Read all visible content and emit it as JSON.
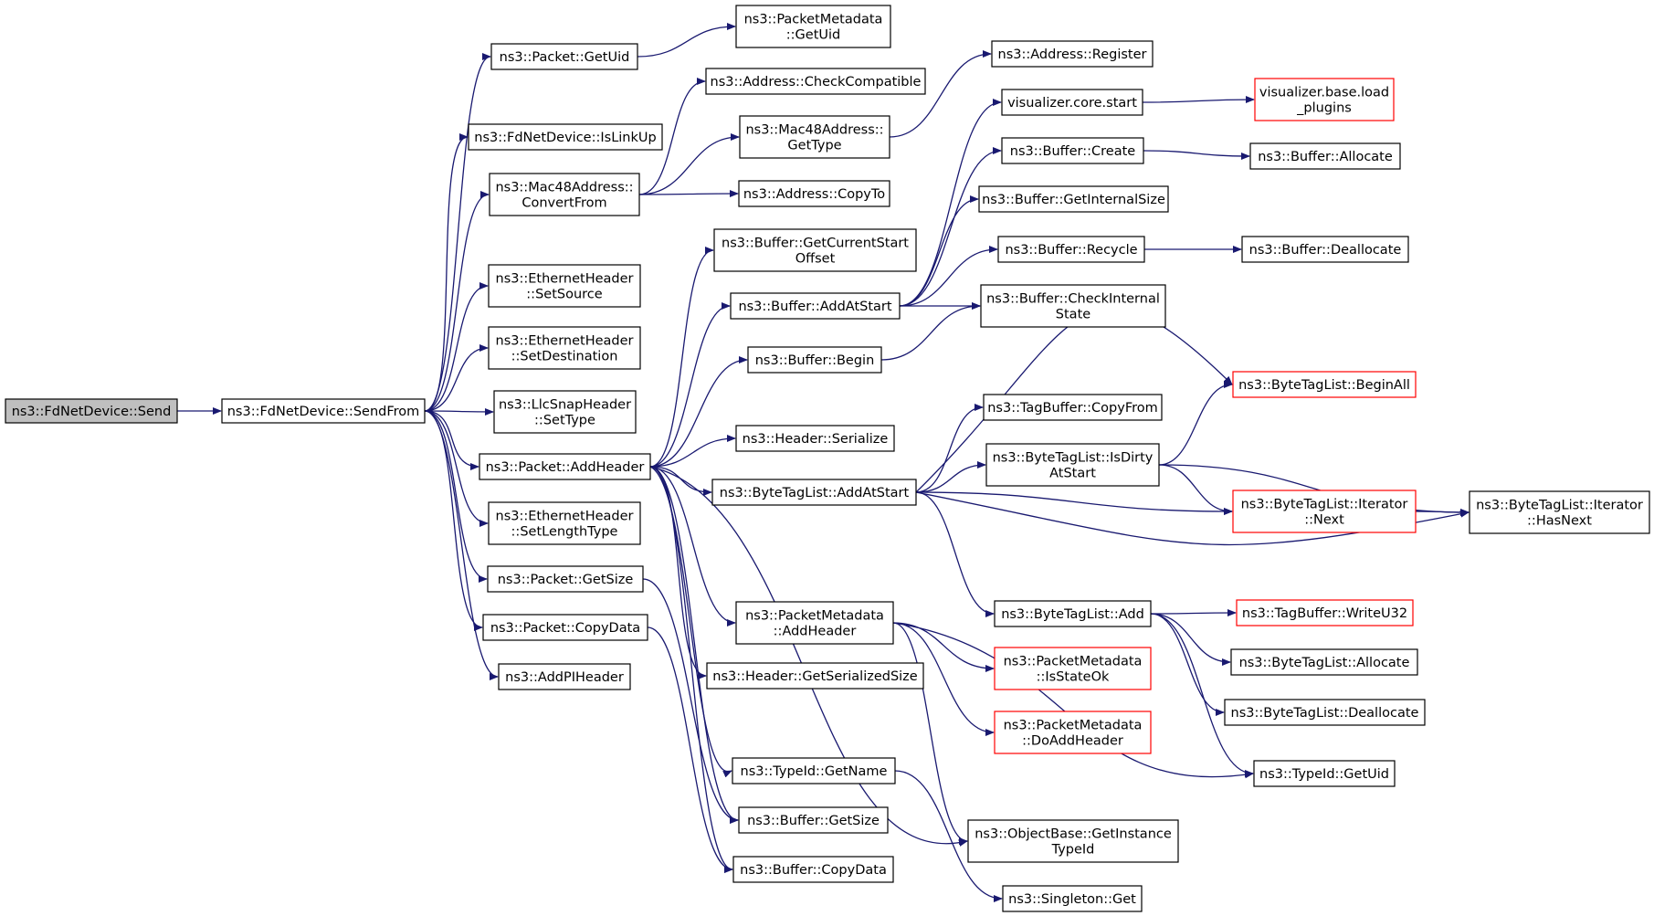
{
  "colors": {
    "edge": "#191970",
    "root_fill": "#bfbfbf",
    "highlight_border": "#ff0000",
    "node_border": "#000000"
  },
  "nodes": [
    {
      "id": "send",
      "lines": [
        "ns3::FdNetDevice::Send"
      ],
      "root": true
    },
    {
      "id": "sendfrom",
      "lines": [
        "ns3::FdNetDevice::SendFrom"
      ]
    },
    {
      "id": "pkt_getuid",
      "lines": [
        "ns3::Packet::GetUid"
      ]
    },
    {
      "id": "fd_islinkup",
      "lines": [
        "ns3::FdNetDevice::IsLinkUp"
      ]
    },
    {
      "id": "mac48_convertfrom",
      "lines": [
        "ns3::Mac48Address::",
        "ConvertFrom"
      ]
    },
    {
      "id": "eth_setsource",
      "lines": [
        "ns3::EthernetHeader",
        "::SetSource"
      ]
    },
    {
      "id": "eth_setdest",
      "lines": [
        "ns3::EthernetHeader",
        "::SetDestination"
      ]
    },
    {
      "id": "llc_settype",
      "lines": [
        "ns3::LlcSnapHeader",
        "::SetType"
      ]
    },
    {
      "id": "pkt_addheader",
      "lines": [
        "ns3::Packet::AddHeader"
      ]
    },
    {
      "id": "eth_setlengthtype",
      "lines": [
        "ns3::EthernetHeader",
        "::SetLengthType"
      ]
    },
    {
      "id": "pkt_getsize",
      "lines": [
        "ns3::Packet::GetSize"
      ]
    },
    {
      "id": "pkt_copydata",
      "lines": [
        "ns3::Packet::CopyData"
      ]
    },
    {
      "id": "addpiheader",
      "lines": [
        "ns3::AddPIHeader"
      ]
    },
    {
      "id": "pktmeta_getuid",
      "lines": [
        "ns3::PacketMetadata",
        "::GetUid"
      ]
    },
    {
      "id": "addr_checkcompat",
      "lines": [
        "ns3::Address::CheckCompatible"
      ]
    },
    {
      "id": "mac48_gettype",
      "lines": [
        "ns3::Mac48Address::",
        "GetType"
      ]
    },
    {
      "id": "addr_copyto",
      "lines": [
        "ns3::Address::CopyTo"
      ]
    },
    {
      "id": "buf_getcurrentstart",
      "lines": [
        "ns3::Buffer::GetCurrentStart",
        "Offset"
      ]
    },
    {
      "id": "buf_addatstart",
      "lines": [
        "ns3::Buffer::AddAtStart"
      ]
    },
    {
      "id": "buf_begin",
      "lines": [
        "ns3::Buffer::Begin"
      ]
    },
    {
      "id": "hdr_serialize",
      "lines": [
        "ns3::Header::Serialize"
      ]
    },
    {
      "id": "btl_addatstart",
      "lines": [
        "ns3::ByteTagList::AddAtStart"
      ]
    },
    {
      "id": "pktmeta_addheader",
      "lines": [
        "ns3::PacketMetadata",
        "::AddHeader"
      ]
    },
    {
      "id": "hdr_getserializedsize",
      "lines": [
        "ns3::Header::GetSerializedSize"
      ]
    },
    {
      "id": "typeid_getname",
      "lines": [
        "ns3::TypeId::GetName"
      ]
    },
    {
      "id": "buf_getsize",
      "lines": [
        "ns3::Buffer::GetSize"
      ]
    },
    {
      "id": "buf_copydata",
      "lines": [
        "ns3::Buffer::CopyData"
      ]
    },
    {
      "id": "addr_register",
      "lines": [
        "ns3::Address::Register"
      ]
    },
    {
      "id": "viz_core_start",
      "lines": [
        "visualizer.core.start"
      ]
    },
    {
      "id": "buf_create",
      "lines": [
        "ns3::Buffer::Create"
      ]
    },
    {
      "id": "buf_getinternalsize",
      "lines": [
        "ns3::Buffer::GetInternalSize"
      ]
    },
    {
      "id": "buf_recycle",
      "lines": [
        "ns3::Buffer::Recycle"
      ]
    },
    {
      "id": "buf_checkinternalstate",
      "lines": [
        "ns3::Buffer::CheckInternal",
        "State"
      ]
    },
    {
      "id": "tagbuf_copyfrom",
      "lines": [
        "ns3::TagBuffer::CopyFrom"
      ]
    },
    {
      "id": "btl_isdirtyatstart",
      "lines": [
        "ns3::ByteTagList::IsDirty",
        "AtStart"
      ]
    },
    {
      "id": "btl_add",
      "lines": [
        "ns3::ByteTagList::Add"
      ]
    },
    {
      "id": "pktmeta_isstateok",
      "lines": [
        "ns3::PacketMetadata",
        "::IsStateOk"
      ],
      "red": true
    },
    {
      "id": "pktmeta_doaddheader",
      "lines": [
        "ns3::PacketMetadata",
        "::DoAddHeader"
      ],
      "red": true
    },
    {
      "id": "objbase_getinstancetypeid",
      "lines": [
        "ns3::ObjectBase::GetInstance",
        "TypeId"
      ]
    },
    {
      "id": "singleton_get",
      "lines": [
        "ns3::Singleton::Get"
      ]
    },
    {
      "id": "viz_base_loadplugins",
      "lines": [
        "visualizer.base.load",
        "_plugins"
      ],
      "red": true
    },
    {
      "id": "buf_allocate",
      "lines": [
        "ns3::Buffer::Allocate"
      ]
    },
    {
      "id": "buf_deallocate",
      "lines": [
        "ns3::Buffer::Deallocate"
      ]
    },
    {
      "id": "btl_beginall",
      "lines": [
        "ns3::ByteTagList::BeginAll"
      ],
      "red": true
    },
    {
      "id": "btl_iter_next",
      "lines": [
        "ns3::ByteTagList::Iterator",
        "::Next"
      ],
      "red": true
    },
    {
      "id": "tagbuf_writeu32",
      "lines": [
        "ns3::TagBuffer::WriteU32"
      ],
      "red": true
    },
    {
      "id": "btl_allocate",
      "lines": [
        "ns3::ByteTagList::Allocate"
      ]
    },
    {
      "id": "btl_deallocate",
      "lines": [
        "ns3::ByteTagList::Deallocate"
      ]
    },
    {
      "id": "typeid_getuid",
      "lines": [
        "ns3::TypeId::GetUid"
      ]
    },
    {
      "id": "btl_iter_hasnext",
      "lines": [
        "ns3::ByteTagList::Iterator",
        "::HasNext"
      ]
    }
  ],
  "edges": [
    [
      "send",
      "sendfrom"
    ],
    [
      "sendfrom",
      "pkt_getuid"
    ],
    [
      "sendfrom",
      "fd_islinkup"
    ],
    [
      "sendfrom",
      "mac48_convertfrom"
    ],
    [
      "sendfrom",
      "eth_setsource"
    ],
    [
      "sendfrom",
      "eth_setdest"
    ],
    [
      "sendfrom",
      "llc_settype"
    ],
    [
      "sendfrom",
      "pkt_addheader"
    ],
    [
      "sendfrom",
      "eth_setlengthtype"
    ],
    [
      "sendfrom",
      "pkt_getsize"
    ],
    [
      "sendfrom",
      "pkt_copydata"
    ],
    [
      "sendfrom",
      "addpiheader"
    ],
    [
      "pkt_getuid",
      "pktmeta_getuid"
    ],
    [
      "mac48_convertfrom",
      "addr_checkcompat"
    ],
    [
      "mac48_convertfrom",
      "mac48_gettype"
    ],
    [
      "mac48_convertfrom",
      "addr_copyto"
    ],
    [
      "mac48_gettype",
      "addr_register"
    ],
    [
      "pkt_addheader",
      "buf_getcurrentstart"
    ],
    [
      "pkt_addheader",
      "buf_addatstart"
    ],
    [
      "pkt_addheader",
      "buf_begin"
    ],
    [
      "pkt_addheader",
      "hdr_serialize"
    ],
    [
      "pkt_addheader",
      "btl_addatstart"
    ],
    [
      "pkt_addheader",
      "pktmeta_addheader"
    ],
    [
      "pkt_addheader",
      "hdr_getserializedsize"
    ],
    [
      "pkt_addheader",
      "typeid_getname"
    ],
    [
      "pkt_addheader",
      "buf_getsize"
    ],
    [
      "pkt_addheader",
      "buf_copydata"
    ],
    [
      "pkt_addheader",
      "objbase_getinstancetypeid"
    ],
    [
      "pkt_getsize",
      "buf_getsize"
    ],
    [
      "pkt_copydata",
      "buf_copydata"
    ],
    [
      "buf_addatstart",
      "viz_core_start"
    ],
    [
      "buf_addatstart",
      "buf_create"
    ],
    [
      "buf_addatstart",
      "buf_getinternalsize"
    ],
    [
      "buf_addatstart",
      "buf_recycle"
    ],
    [
      "buf_addatstart",
      "buf_checkinternalstate"
    ],
    [
      "buf_begin",
      "buf_checkinternalstate"
    ],
    [
      "viz_core_start",
      "viz_base_loadplugins"
    ],
    [
      "buf_create",
      "buf_allocate"
    ],
    [
      "buf_recycle",
      "buf_deallocate"
    ],
    [
      "btl_addatstart",
      "btl_beginall"
    ],
    [
      "btl_addatstart",
      "tagbuf_copyfrom"
    ],
    [
      "btl_addatstart",
      "btl_isdirtyatstart"
    ],
    [
      "btl_addatstart",
      "btl_iter_next"
    ],
    [
      "btl_addatstart",
      "btl_iter_hasnext"
    ],
    [
      "btl_addatstart",
      "btl_add"
    ],
    [
      "btl_isdirtyatstart",
      "btl_beginall"
    ],
    [
      "btl_isdirtyatstart",
      "btl_iter_next"
    ],
    [
      "btl_isdirtyatstart",
      "btl_iter_hasnext"
    ],
    [
      "btl_iter_next",
      "btl_iter_hasnext"
    ],
    [
      "btl_add",
      "tagbuf_writeu32"
    ],
    [
      "btl_add",
      "btl_allocate"
    ],
    [
      "btl_add",
      "btl_deallocate"
    ],
    [
      "btl_add",
      "typeid_getuid"
    ],
    [
      "pktmeta_addheader",
      "pktmeta_isstateok"
    ],
    [
      "pktmeta_addheader",
      "pktmeta_doaddheader"
    ],
    [
      "pktmeta_addheader",
      "objbase_getinstancetypeid"
    ],
    [
      "pktmeta_addheader",
      "typeid_getuid"
    ],
    [
      "typeid_getname",
      "singleton_get"
    ]
  ]
}
